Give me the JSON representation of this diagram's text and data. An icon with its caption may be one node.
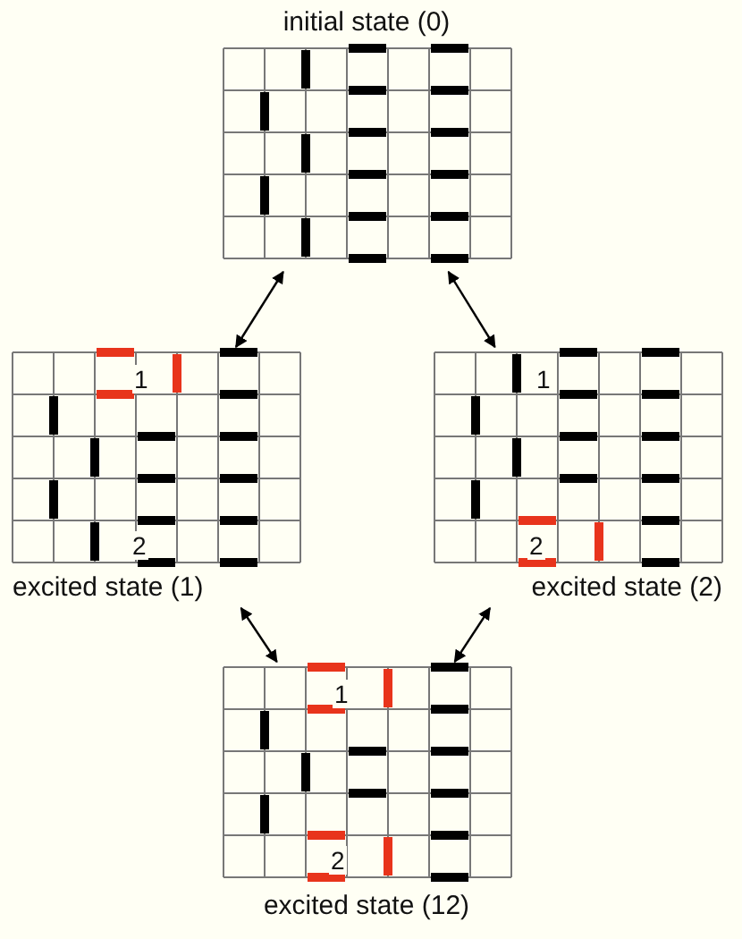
{
  "diagram": {
    "nodes": [
      {
        "text": [
          "initial state (0)"
        ]
      },
      {
        "text": [
          "1",
          "2",
          "excited state (1)"
        ]
      },
      {
        "text": [
          "1",
          "2",
          "excited state (2)"
        ]
      },
      {
        "text": [
          "1",
          "2",
          "excited state (12)"
        ]
      }
    ],
    "edges": [
      {
        "from": 0,
        "to": 1,
        "arrow": "both"
      },
      {
        "from": 0,
        "to": 2,
        "arrow": "both"
      },
      {
        "from": 1,
        "to": 3,
        "arrow": "both"
      },
      {
        "from": 2,
        "to": 3,
        "arrow": "both"
      }
    ]
  }
}
